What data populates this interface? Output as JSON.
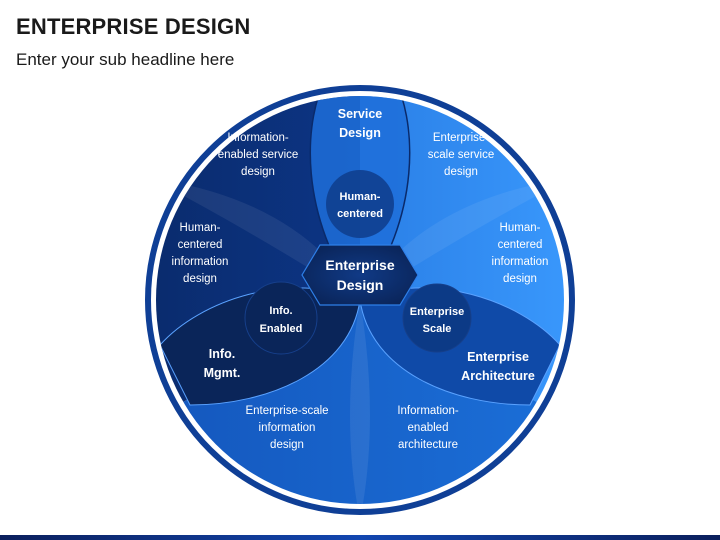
{
  "title": "ENTERPRISE DESIGN",
  "subtitle": "Enter your sub headline here",
  "center": [
    "Enterprise",
    "Design"
  ],
  "petals": {
    "top": [
      "Service",
      "Design"
    ],
    "left": [
      "Info.",
      "Mgmt."
    ],
    "right": [
      "Enterprise",
      "Architecture"
    ]
  },
  "overlaps": {
    "top": [
      "Human-",
      "centered"
    ],
    "left": [
      "Info.",
      "Enabled"
    ],
    "right": [
      "Enterprise",
      "Scale"
    ]
  },
  "sectors": {
    "top_left": [
      "Information-",
      "enabled service",
      "design"
    ],
    "top_right": [
      "Enterprise-",
      "scale service",
      "design"
    ],
    "mid_left": [
      "Human-",
      "centered",
      "information",
      "design"
    ],
    "mid_right": [
      "Human-",
      "centered",
      "information",
      "design"
    ],
    "bottom_left": [
      "Enterprise-scale",
      "information",
      "design"
    ],
    "bottom_right": [
      "Information-",
      "enabled",
      "architecture"
    ]
  },
  "colors": {
    "ring": "#0f3f96",
    "dark": "#0c2f6e",
    "mid": "#1565c9",
    "light": "#2e8cf0",
    "petal_dark": "#0a2559",
    "hub": "#0d2a63"
  }
}
